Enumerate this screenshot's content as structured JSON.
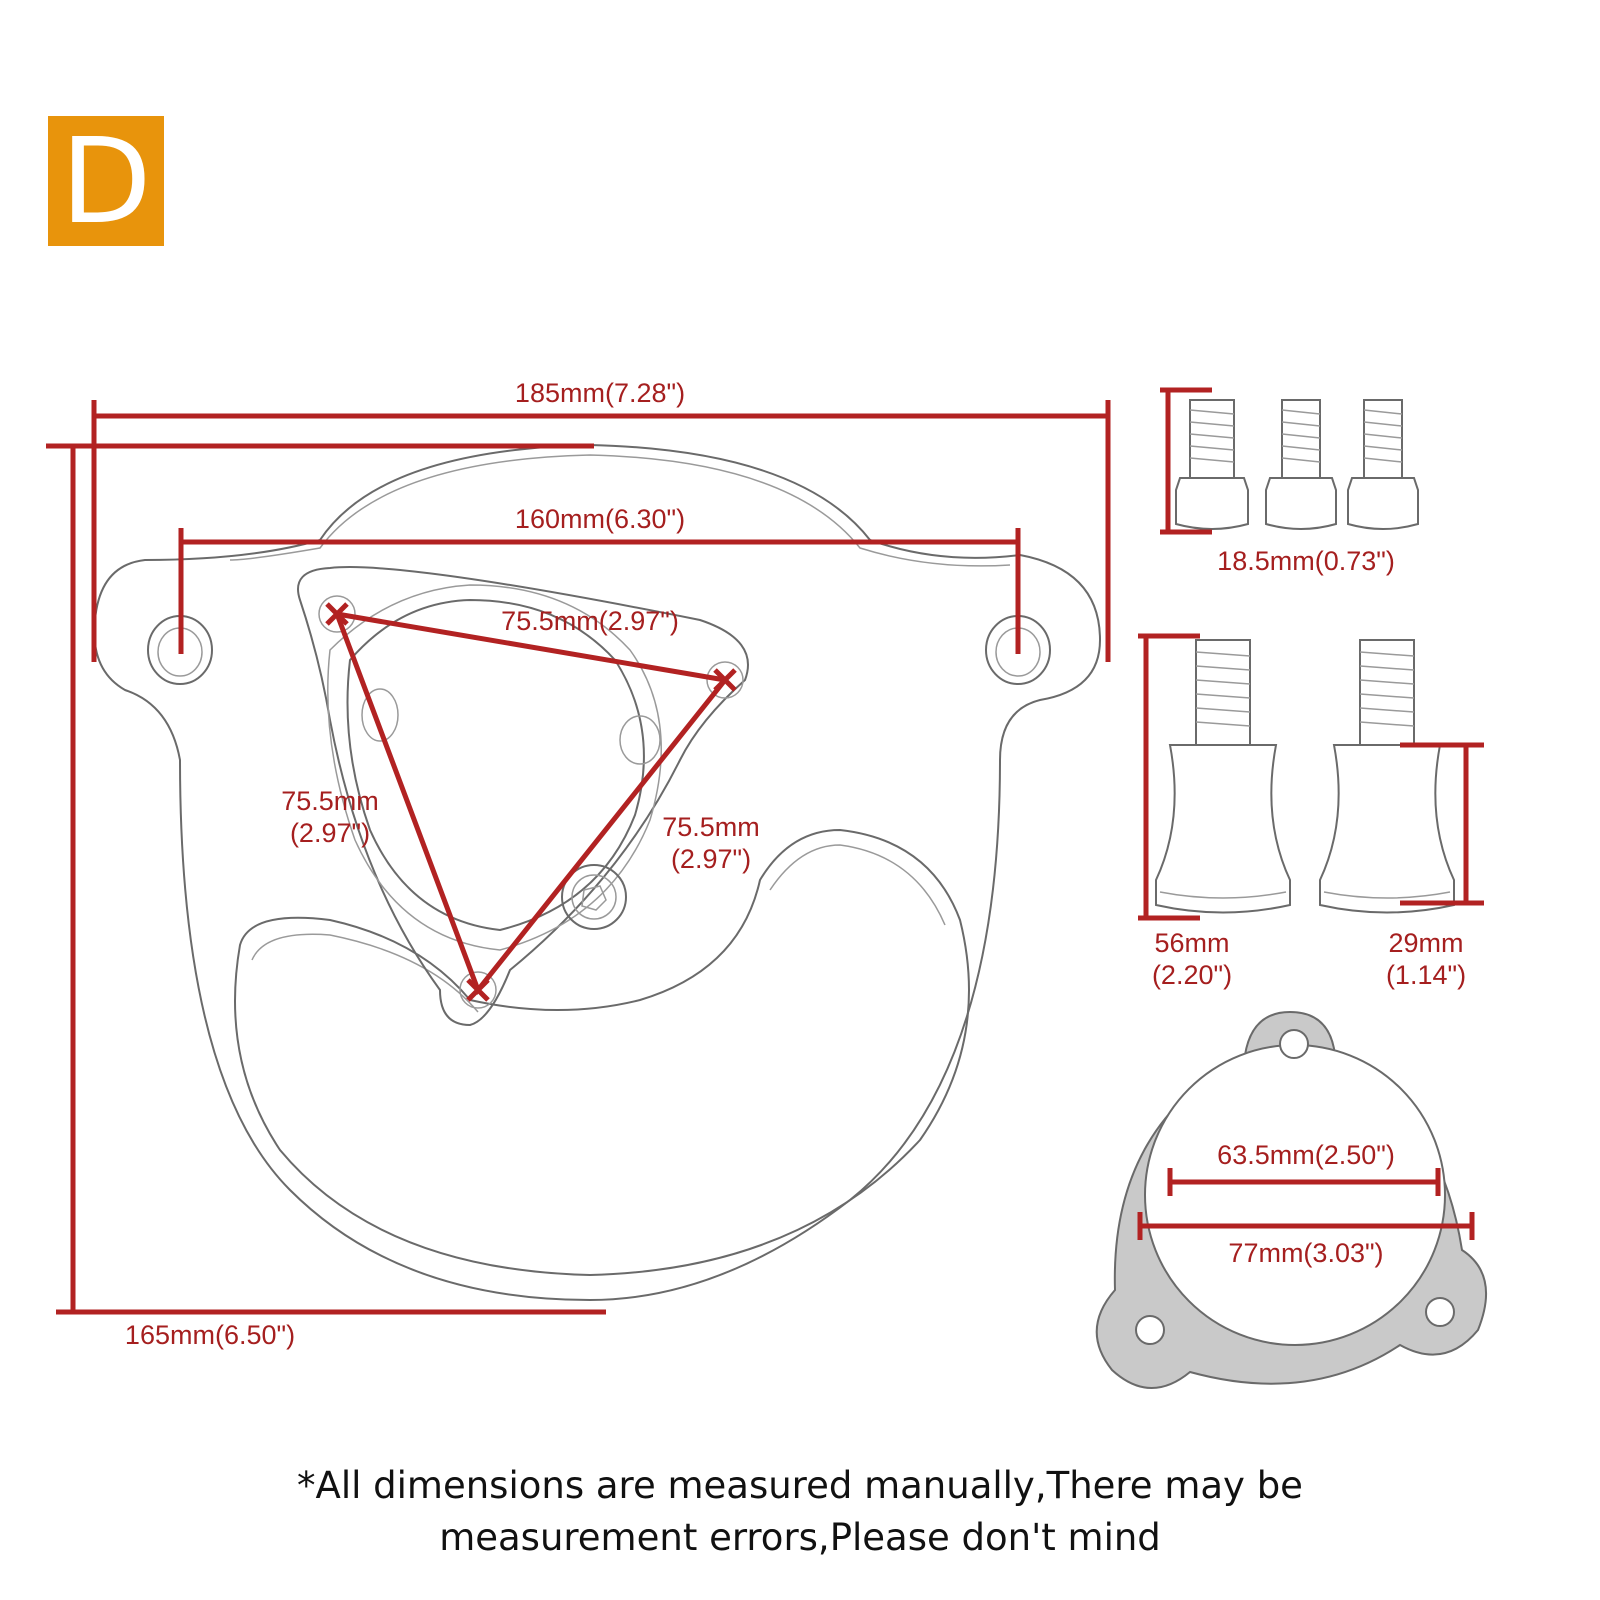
{
  "badge": {
    "letter": "D",
    "color": "#e8940c"
  },
  "dimension_color": "#b22222",
  "dimensions": {
    "plate_width": "185mm(7.28\")",
    "plate_height": "165mm(6.50\")",
    "mount_spacing": "160mm(6.30\")",
    "triangle_top": "75.5mm(2.97\")",
    "triangle_left_1": "75.5mm",
    "triangle_left_2": "(2.97\")",
    "triangle_right_1": "75.5mm",
    "triangle_right_2": "(2.97\")",
    "short_bolt": "18.5mm(0.73\")",
    "spacer_bolt_1": "56mm",
    "spacer_bolt_2": "(2.20\")",
    "spacer_1": "29mm",
    "spacer_2": "(1.14\")",
    "gasket_inner": "63.5mm(2.50\")",
    "gasket_outer": "77mm(3.03\")"
  },
  "note": {
    "line1": "*All dimensions are measured manually,There may be",
    "line2": "measurement errors,Please don't mind"
  }
}
